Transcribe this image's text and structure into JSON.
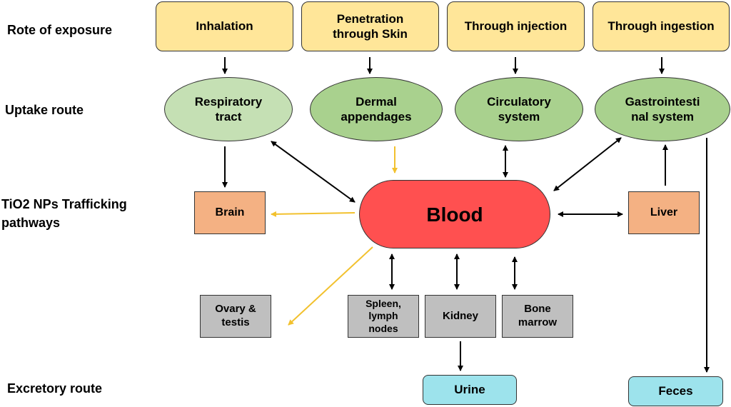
{
  "row_labels": {
    "exposure": "Rote of exposure",
    "uptake": "Uptake route",
    "trafficking": "TiO2 NPs Trafficking pathways",
    "excretory": "Excretory route"
  },
  "exposure": {
    "inhalation": "Inhalation",
    "skin": "Penetration through Skin",
    "injection": "Through injection",
    "ingestion": "Through ingestion"
  },
  "uptake": {
    "respiratory": "Respiratory tract",
    "dermal": "Dermal appendages",
    "circulatory": "Circulatory system",
    "gastro": "Gastrointesti nal system"
  },
  "center": {
    "blood": "Blood"
  },
  "organs": {
    "brain": "Brain",
    "liver": "Liver",
    "ovary": "Ovary & testis",
    "spleen": "Spleen, lymph nodes",
    "kidney": "Kidney",
    "bone": "Bone marrow"
  },
  "excretion": {
    "urine": "Urine",
    "feces": "Feces"
  },
  "colors": {
    "exposure_box": "#ffe699",
    "uptake_light": "#c5e0b4",
    "uptake_mid": "#a9d18e",
    "blood": "#ff5050",
    "organ_orange": "#f4b183",
    "organ_gray": "#bfbfbf",
    "excretion": "#9de3ec",
    "arrow_black": "#000000",
    "arrow_yellow": "#f2c12e"
  }
}
